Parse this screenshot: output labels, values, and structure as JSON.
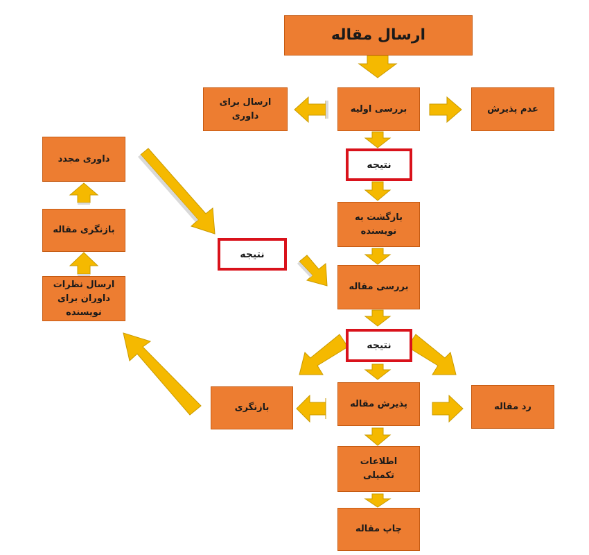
{
  "diagram": {
    "nodes": {
      "submit": "ارسال مقاله",
      "initial_review": "بررسی اولیه",
      "send_review": "ارسال برای\nداوری",
      "reject_initial": "عدم پذیرش",
      "result_1": "نتیجه",
      "return_author": "بازگشت به\nنویسنده",
      "article_review": "بررسی مقاله",
      "result_2": "نتیجه",
      "result_3": "نتیجه",
      "accept": "پذیرش مقاله",
      "revision": "بازنگری",
      "reject": "رد مقاله",
      "additional_info": "اطلاعات تکمیلی",
      "publish": "چاپ مقاله",
      "re_review": "داوری مجدد",
      "article_revision": "بازنگری مقاله",
      "send_comments": "ارسال نظرات\nداوران برای\nنویسنده"
    },
    "colors": {
      "box_fill": "#ED7D31",
      "box_border": "#C55A11",
      "result_border": "#D9121B",
      "arrow_fill": "#F5B900"
    }
  }
}
